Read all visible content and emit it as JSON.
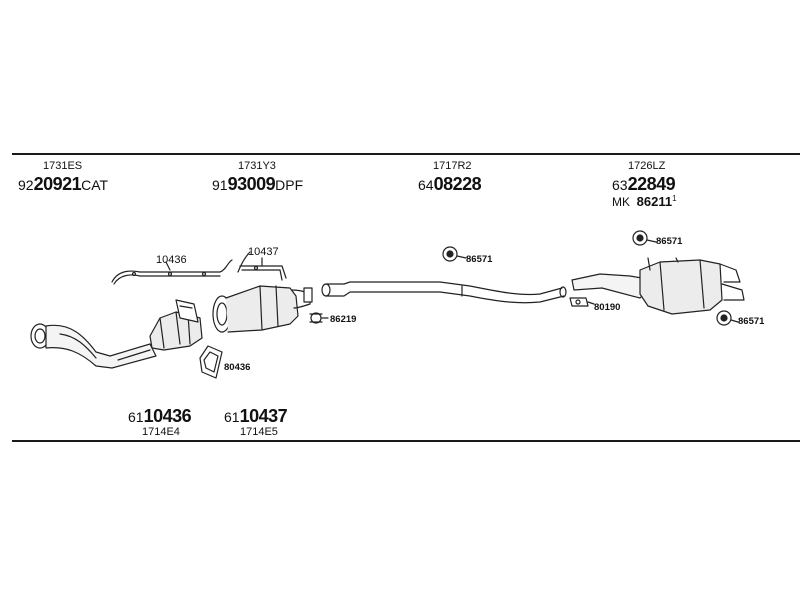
{
  "top_parts": [
    {
      "ref": "1731ES",
      "prefix": "92",
      "bold": "20921",
      "suffix": "CAT"
    },
    {
      "ref": "1731Y3",
      "prefix": "91",
      "bold": "93009",
      "suffix": "DPF"
    },
    {
      "ref": "1717R2",
      "prefix": "64",
      "bold": "08228",
      "suffix": ""
    },
    {
      "ref": "1726LZ",
      "prefix": "63",
      "bold": "22849",
      "suffix": ""
    }
  ],
  "mounting_kit": {
    "prefix": "MK",
    "number": "86211",
    "note": "1"
  },
  "bottom_parts": [
    {
      "prefix": "61",
      "bold": "10436",
      "ref": "1714E4"
    },
    {
      "prefix": "61",
      "bold": "10437",
      "ref": "1714E5"
    }
  ],
  "callouts": {
    "bracket_front": "10436",
    "bracket_rear": "10437",
    "gasket": "80436",
    "clamp": "86219",
    "hanger_mid": "86571",
    "hanger_rear_top": "86571",
    "hanger_rear_bottom": "86571",
    "clamp_rear": "80190"
  }
}
